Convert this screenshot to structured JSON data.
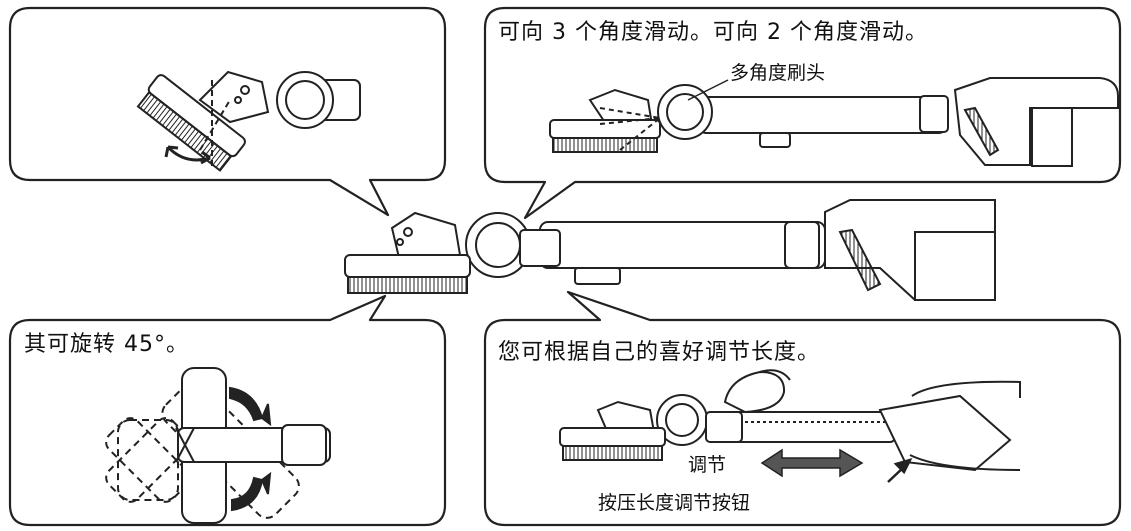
{
  "callouts": {
    "top_right": {
      "caption": "可向 3 个角度滑动。可向 2 个角度滑动。",
      "part_label": "多角度刷头"
    },
    "bottom_left": {
      "caption": "其可旋转 45°。"
    },
    "bottom_right": {
      "caption": "您可根据自己的喜好调节长度。",
      "adjust_label": "调节",
      "button_label": "按压长度调节按钮"
    }
  },
  "icons": [
    "rotate-arc-icon",
    "double-arrow-icon",
    "pointer-arrow-icon"
  ],
  "colors": {
    "line": "#222222",
    "fill": "#ffffff",
    "shade": "#cccccc"
  }
}
